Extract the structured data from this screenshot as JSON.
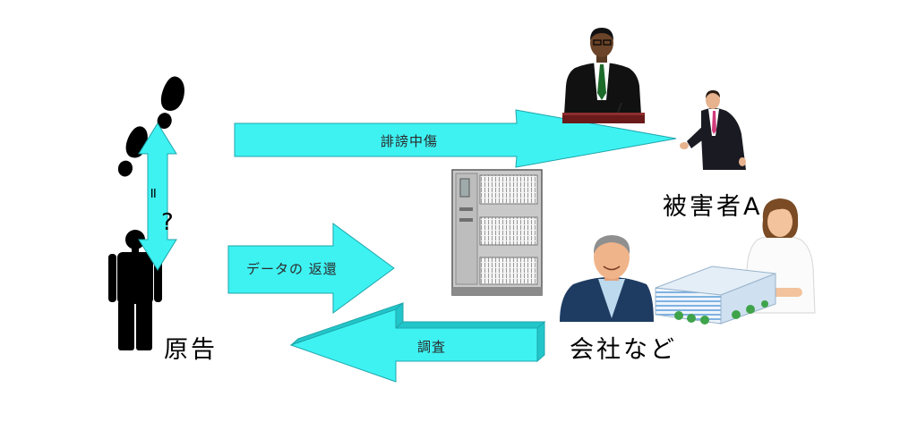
{
  "labels": {
    "plaintiff": "原告",
    "victim": "被害者A",
    "company": "会社など",
    "equals": "=",
    "question": "?"
  },
  "arrows": {
    "defamation": "誹謗中傷",
    "data_return": "データの 返還",
    "investigation": "調査"
  },
  "colors": {
    "arrow_fill": "#3ef2f2",
    "arrow_stroke": "#1fa6ab",
    "arrow_side": "#22c6ca"
  }
}
